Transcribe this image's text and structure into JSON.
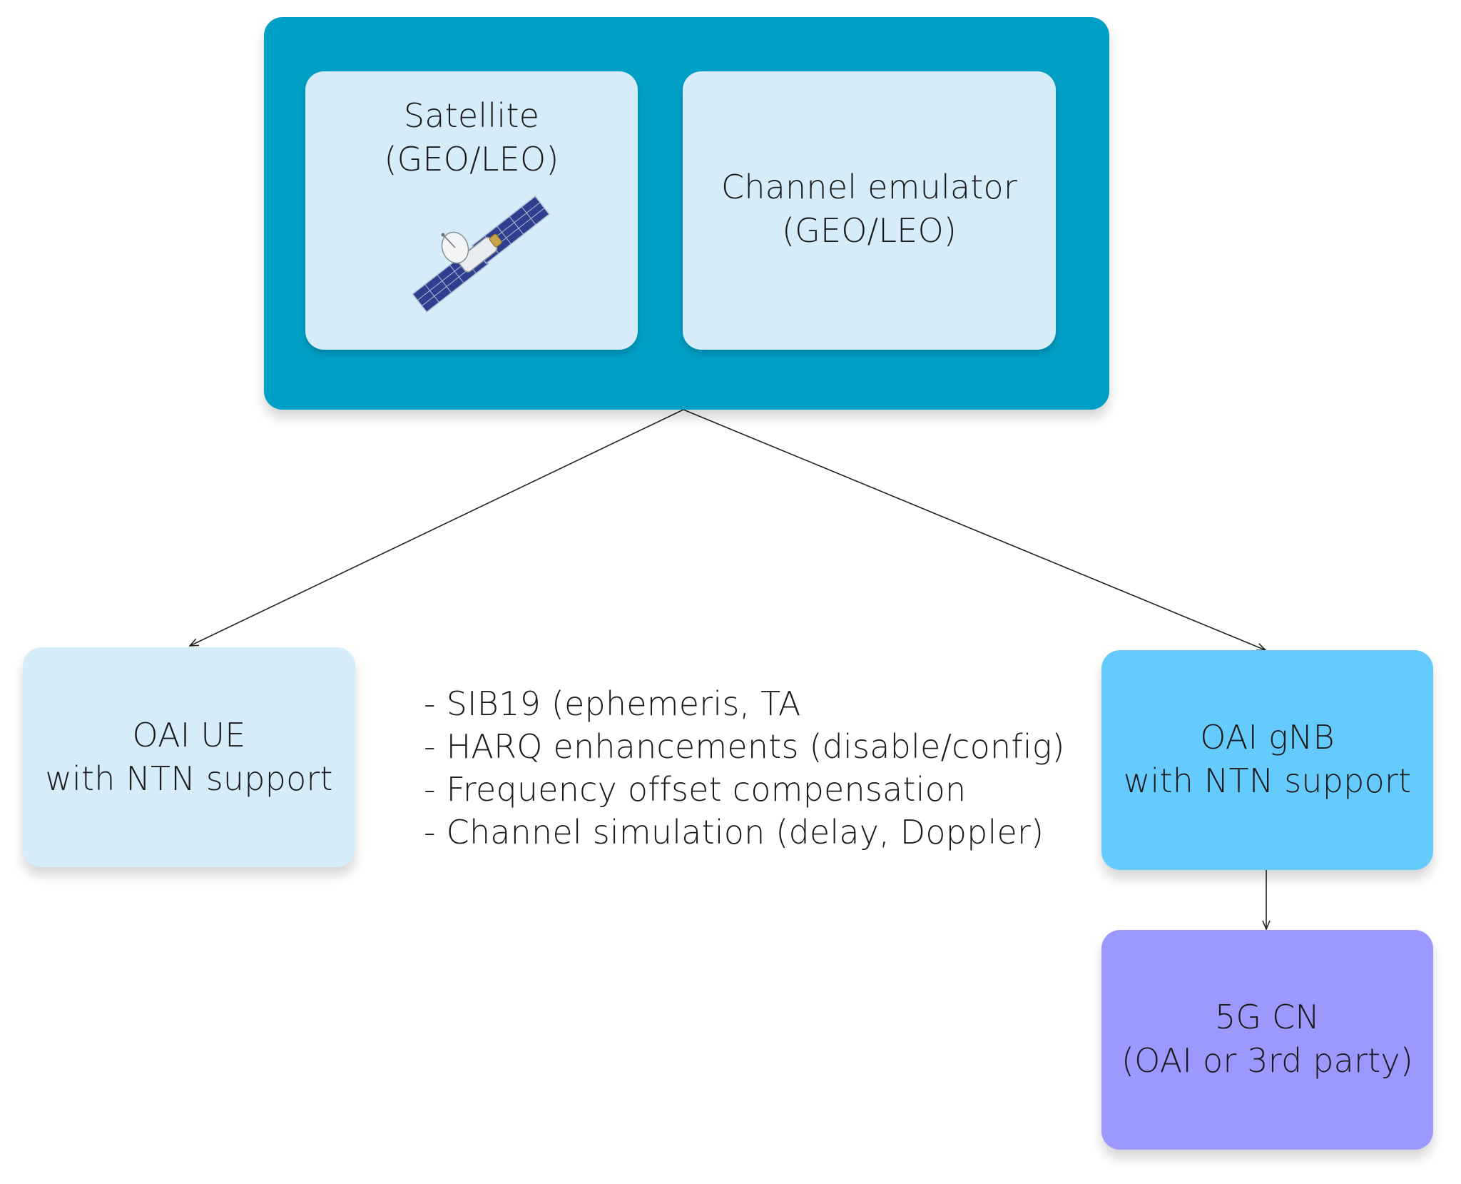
{
  "satellite_box": {
    "lines": [
      "Satellite",
      "(GEO/LEO)"
    ]
  },
  "emulator_box": {
    "lines": [
      "Channel emulator",
      "(GEO/LEO)"
    ]
  },
  "ue_box": {
    "lines": [
      "OAI UE",
      "with NTN support"
    ]
  },
  "gnb_box": {
    "lines": [
      "OAI gNB",
      "with NTN support"
    ]
  },
  "cn_box": {
    "lines": [
      "5G CN",
      "(OAI or 3rd party)"
    ]
  },
  "features": [
    "- SIB19 (ephemeris, TA",
    "- HARQ enhancements (disable/config)",
    "- Frequency offset compensation",
    "- Channel simulation (delay, Doppler)"
  ],
  "icons": {
    "satellite": "satellite-icon"
  },
  "colors": {
    "outer_box": "#00a0c6",
    "light_box": "#d6ecf8",
    "gnb_box": "#65cbfd",
    "cn_box": "#9b99fd",
    "connector": "#222222"
  }
}
